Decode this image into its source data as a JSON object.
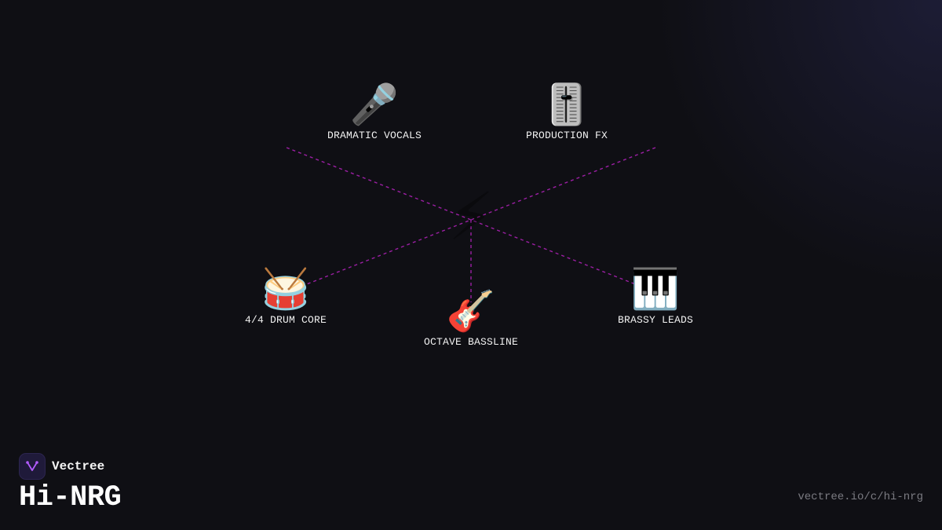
{
  "hub": {
    "icon": "⚡",
    "icon_name": "lightning-bolt-icon"
  },
  "nodes": [
    {
      "id": "vocals",
      "label": "DRAMATIC VOCALS",
      "icon": "🎤",
      "icon_name": "microphone-icon"
    },
    {
      "id": "fx",
      "label": "PRODUCTION FX",
      "icon": "🎚️",
      "icon_name": "level-slider-icon"
    },
    {
      "id": "drums",
      "label": "4/4 DRUM CORE",
      "icon": "🥁",
      "icon_name": "drum-icon"
    },
    {
      "id": "guitar",
      "label": "OCTAVE BASSLINE",
      "icon": "🎸",
      "icon_name": "guitar-icon"
    },
    {
      "id": "piano",
      "label": "BRASSY LEADS",
      "icon": "🎹",
      "icon_name": "piano-keyboard-icon"
    }
  ],
  "links": [
    {
      "from": "vocals",
      "to": "piano"
    },
    {
      "from": "fx",
      "to": "drums"
    },
    {
      "from": "hub",
      "to": "guitar"
    }
  ],
  "colors": {
    "background": "#0f0f14",
    "link": "#9b1fa3",
    "label": "#f2f2f2",
    "url": "#7b7b82",
    "logo_accent": "#b25cff"
  },
  "brand": {
    "name": "Vectree",
    "logo_icon": "vectree-logo-icon"
  },
  "title": "Hi-NRG",
  "url": "vectree.io/c/hi-nrg"
}
